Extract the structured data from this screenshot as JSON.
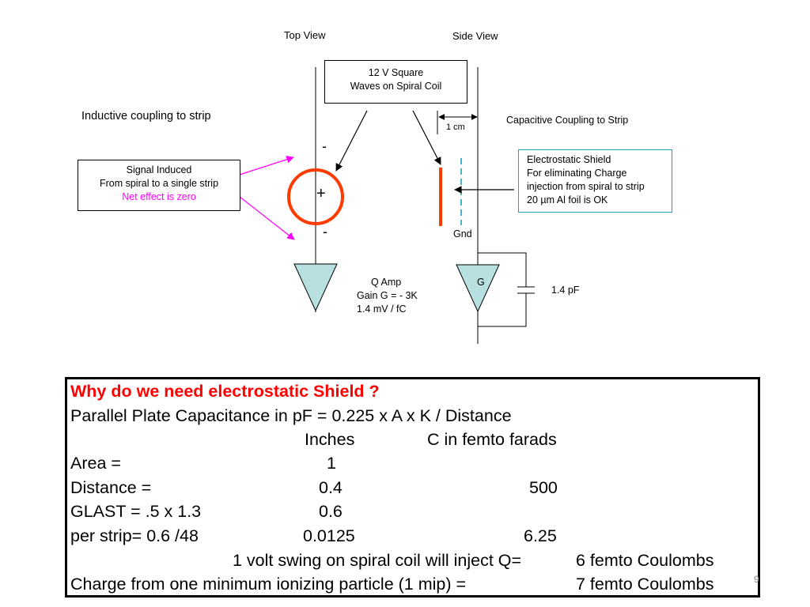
{
  "diagram": {
    "top_view_label": "Top View",
    "side_view_label": "Side View",
    "source_box": [
      "12 V Square",
      "Waves on Spiral Coil"
    ],
    "inductive_label": "Inductive coupling to strip",
    "capacitive_label": "Capacitive Coupling to Strip",
    "spacing_label": "1 cm",
    "signal_box": [
      "Signal Induced",
      "From spiral to a single strip",
      "Net effect is zero"
    ],
    "shield_box": [
      "Electrostatic Shield",
      "For eliminating Charge",
      "injection from spiral to strip",
      "20 µm Al foil is OK"
    ],
    "minus_top": "-",
    "plus": "+",
    "minus_bottom": "-",
    "gnd_label": "Gnd",
    "amp_lines": [
      "Q Amp",
      "Gain G = - 3K",
      "1.4 mV / fC"
    ],
    "gain_symbol": "G",
    "cap_label": "1.4 pF",
    "colors": {
      "coil": "#ff3b00",
      "shield": "#20a0c0",
      "amp_fill": "#b8e0e0",
      "magenta": "#ff00ff"
    }
  },
  "table": {
    "title": "Why do we need electrostatic Shield ?",
    "formula": "Parallel Plate Capacitance in pF  = 0.225 x A x K / Distance",
    "header_inches": "Inches",
    "header_c": "C  in femto farads",
    "rows": [
      {
        "label": "Area =",
        "inches": "1",
        "c": ""
      },
      {
        "label": "Distance =",
        "inches": "0.4",
        "c": "500"
      },
      {
        "label": "GLAST = .5 x 1.3",
        "inches": "0.6",
        "c": ""
      },
      {
        "label": "per strip= 0.6 /48",
        "inches": "0.0125",
        "c": "6.25"
      }
    ],
    "inject_text": "1 volt swing on spiral coil will inject Q=",
    "inject_value": "6 femto Coulombs",
    "mip_text": "Charge from one minimum ionizing particle (1 mip) =",
    "mip_value": "7 femto Coulombs"
  },
  "slide_number": "9"
}
